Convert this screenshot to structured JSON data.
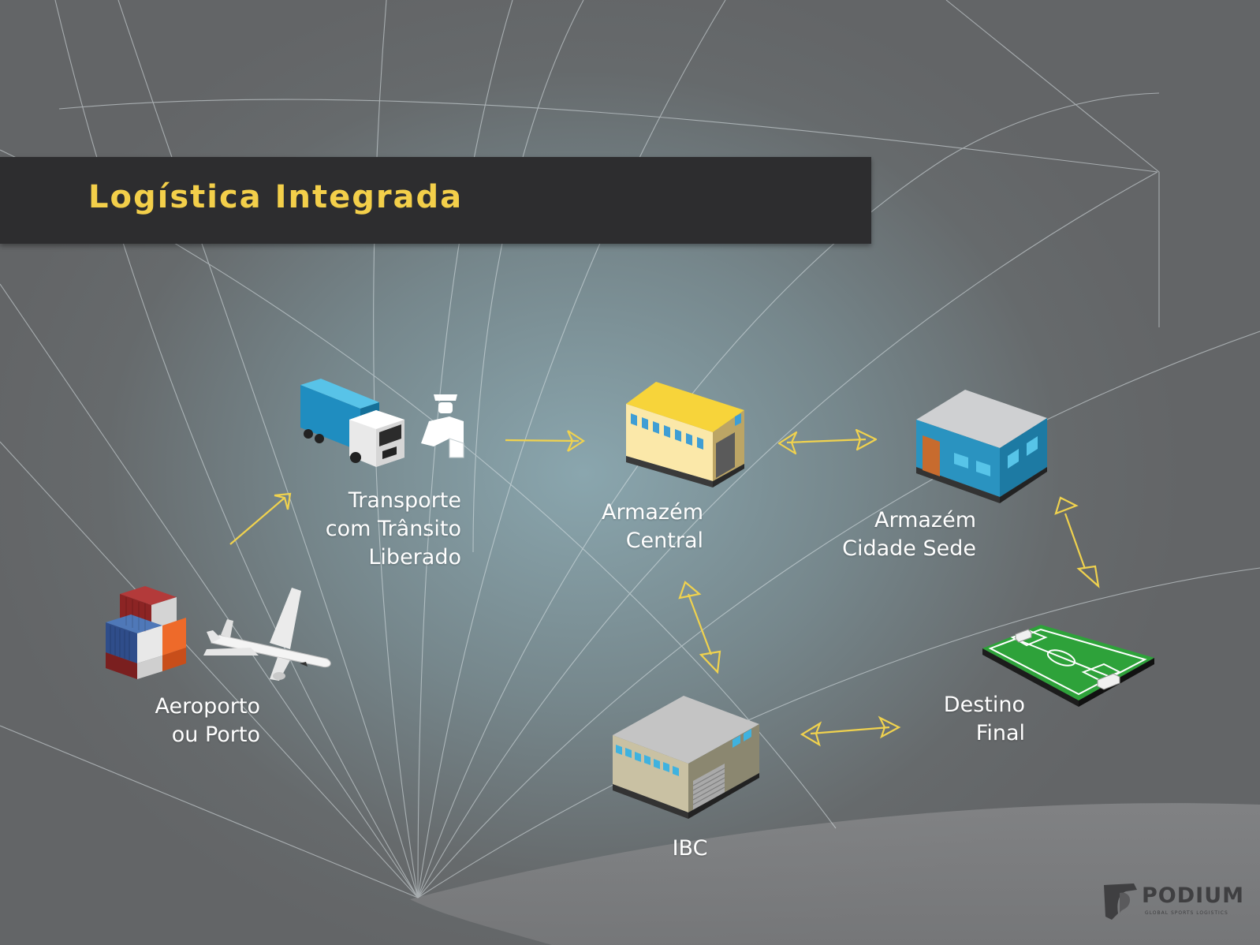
{
  "title": "Logística Integrada",
  "nodes": {
    "aeroporto": {
      "line1": "Aeroporto",
      "line2": "ou Porto"
    },
    "transporte": {
      "line1": "Transporte",
      "line2": "com Trânsito",
      "line3": "Liberado"
    },
    "armazem_central": {
      "line1": "Armazém",
      "line2": "Central"
    },
    "armazem_cidade": {
      "line1": "Armazém",
      "line2": "Cidade Sede"
    },
    "destino": {
      "line1": "Destino",
      "line2": "Final"
    },
    "ibc": {
      "line1": "IBC"
    }
  },
  "logo": {
    "name": "PODIUM",
    "tagline": "GLOBAL SPORTS LOGISTICS"
  },
  "colors": {
    "accent": "#f3cf4a",
    "arrow": "#f0d24e",
    "title_bar": "#2d2d2f"
  },
  "icons": [
    "containers-icon",
    "airplane-icon",
    "truck-icon",
    "customs-officer-icon",
    "warehouse-icon",
    "building-icon",
    "soccer-field-icon",
    "podium-logo-icon"
  ]
}
